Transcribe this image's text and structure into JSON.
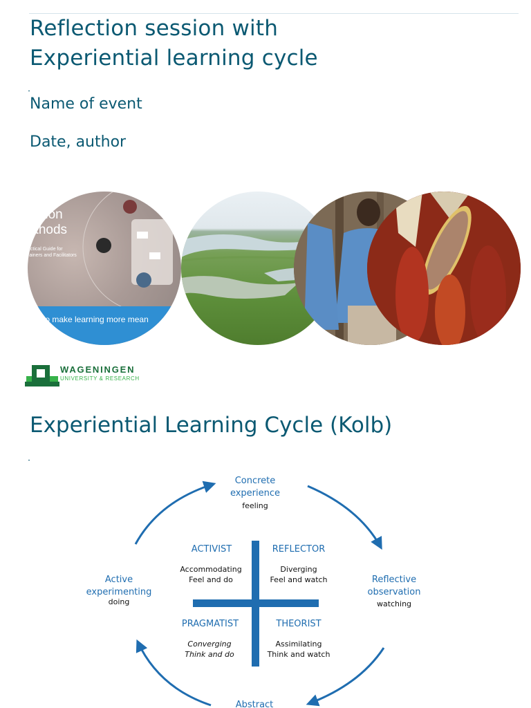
{
  "slide1": {
    "title_line1": "Reflection session with",
    "title_line2": "Experiential learning cycle",
    "event_name": "Name of event",
    "date_author": "Date, author",
    "photos": {
      "book_title_line1": "ection",
      "book_title_line2": "ethods",
      "book_subtitle_line1": "actical Guide for",
      "book_subtitle_line2": "rainers and Facilitators",
      "book_strip_text": "to make learning more mean"
    },
    "logo": {
      "name": "WAGENINGEN",
      "tagline": "UNIVERSITY & RESEARCH"
    }
  },
  "slide2": {
    "title": "Experiential Learning Cycle (Kolb)",
    "diagram": {
      "top": {
        "line1": "Concrete",
        "line2": "experience",
        "sub": "feeling"
      },
      "right": {
        "line1": "Reflective",
        "line2": "observation",
        "sub": "watching"
      },
      "left": {
        "line1": "Active",
        "line2": "experimenting",
        "sub": "doing"
      },
      "bottom": {
        "line1": "Abstract"
      },
      "quadrants": {
        "tl": {
          "heading": "ACTIVIST",
          "line1": "Accommodating",
          "line2": "Feel and do"
        },
        "tr": {
          "heading": "REFLECTOR",
          "line1": "Diverging",
          "line2": "Feel and watch"
        },
        "bl": {
          "heading": "PRAGMATIST",
          "line1": "Converging",
          "line2": "Think and do"
        },
        "br": {
          "heading": "THEORIST",
          "line1": "Assimilating",
          "line2": "Think and watch"
        }
      }
    },
    "colors": {
      "accent": "#1f6db0",
      "title": "#0b5972",
      "brand_green": "#1a6f3b"
    }
  }
}
